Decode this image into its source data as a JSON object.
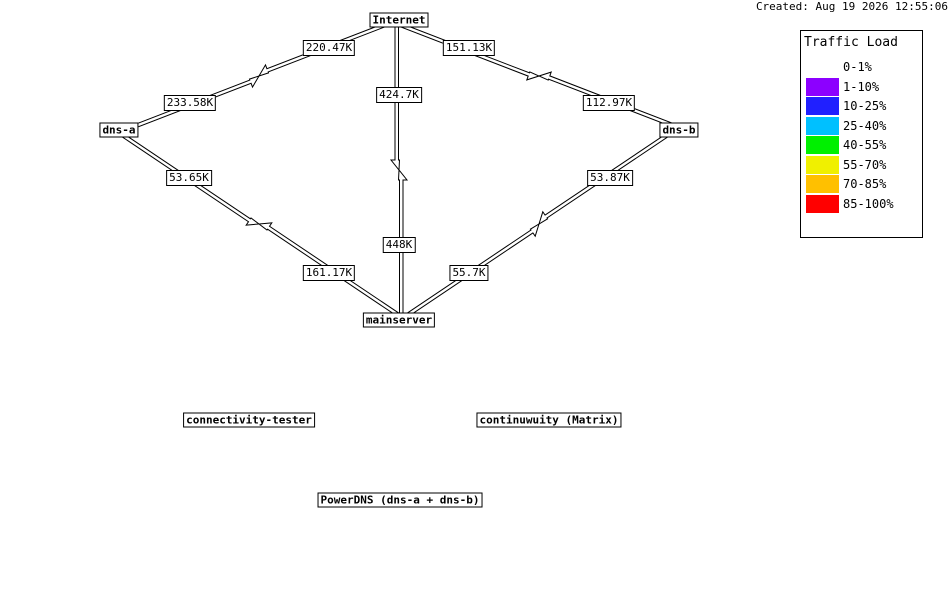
{
  "created": "Created: Aug 19 2026 12:55:06",
  "nodes": {
    "internet": "Internet",
    "dns_a": "dns-a",
    "dns_b": "dns-b",
    "mainserver": "mainserver",
    "connectivity_tester": "connectivity-tester",
    "continuwuity": "continuwuity (Matrix)",
    "powerdns": "PowerDNS (dns-a + dns-b)"
  },
  "links": {
    "internet_dnsa_in": "220.47K",
    "internet_dnsa_out": "233.58K",
    "internet_dnsb_in": "151.13K",
    "internet_dnsb_out": "112.97K",
    "internet_main_in": "424.7K",
    "internet_main_out": "448K",
    "dnsa_main_in": "53.65K",
    "dnsa_main_out": "161.17K",
    "dnsb_main_in": "53.87K",
    "dnsb_main_out": "55.7K"
  },
  "legend": {
    "title": "Traffic Load",
    "items": [
      {
        "range": "0-1%",
        "color": "#ffffff"
      },
      {
        "range": "1-10%",
        "color": "#8c00ff"
      },
      {
        "range": "10-25%",
        "color": "#2020ff"
      },
      {
        "range": "25-40%",
        "color": "#00c0ff"
      },
      {
        "range": "40-55%",
        "color": "#00f000"
      },
      {
        "range": "55-70%",
        "color": "#f0f000"
      },
      {
        "range": "70-85%",
        "color": "#ffc000"
      },
      {
        "range": "85-100%",
        "color": "#ff0000"
      }
    ]
  }
}
